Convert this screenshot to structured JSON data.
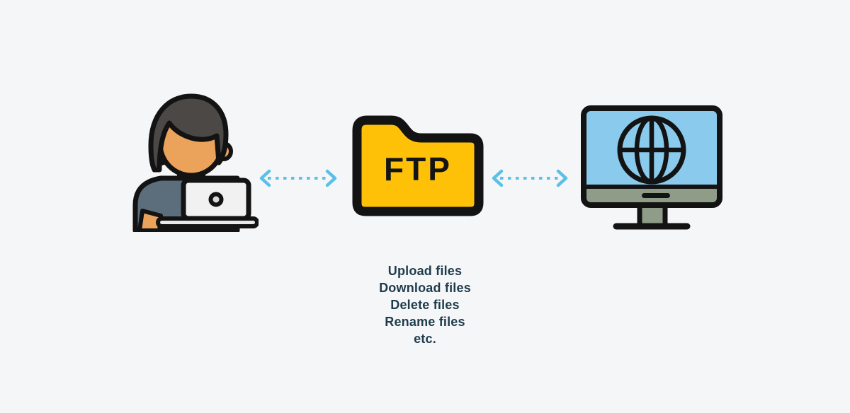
{
  "diagram": {
    "ftp_label": "FTP",
    "actions": [
      "Upload files",
      "Download files",
      "Delete files",
      "Rename files",
      "etc."
    ],
    "nodes": [
      {
        "id": "client",
        "icon": "person-with-laptop-icon"
      },
      {
        "id": "ftp-folder",
        "icon": "ftp-folder-icon"
      },
      {
        "id": "web-server",
        "icon": "globe-monitor-icon"
      }
    ],
    "connections": [
      {
        "from": "client",
        "to": "ftp-folder",
        "style": "dashed-double-arrow"
      },
      {
        "from": "ftp-folder",
        "to": "web-server",
        "style": "dashed-double-arrow"
      }
    ]
  },
  "colors": {
    "background": "#F5F6F8",
    "outline": "#131313",
    "folder_yellow": "#FFC107",
    "screen_blue": "#8ACBED",
    "monitor_gray_green": "#8F9C88",
    "shirt_slate": "#5C6E7B",
    "skin": "#EBA25B",
    "hair": "#4C4846",
    "laptop_light": "#F1F1F2",
    "arrow_blue": "#5BC0E8",
    "text_dark_teal": "#1E3C4C"
  }
}
